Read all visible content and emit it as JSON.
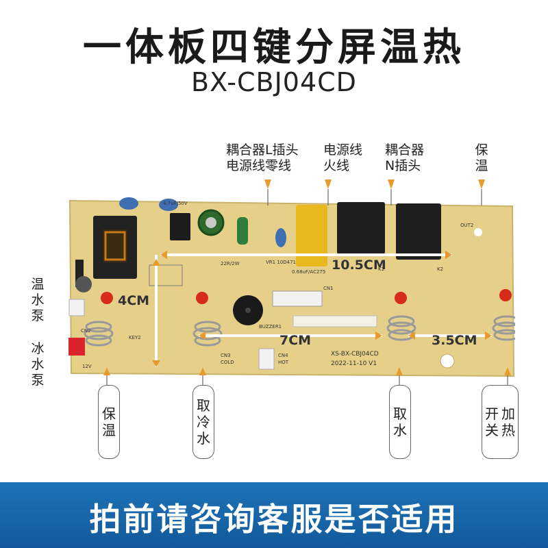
{
  "header": {
    "title": "一体板四键分屏温热",
    "model": "BX-CBJ04CD"
  },
  "top_labels": {
    "coupler_l": "耦合器L插头\n电源线零线",
    "power_live": "电源线\n火线",
    "coupler_n": "耦合器\nN插头",
    "keep_warm": "保\n温"
  },
  "side_labels": {
    "warm_pump": "温水泵",
    "ice_pump": "冰水泵"
  },
  "button_labels": {
    "keep_warm": "保温",
    "cold_water": "取冷水",
    "water": "取水",
    "heat_switch": [
      "开关",
      "加热"
    ]
  },
  "measurements": {
    "width": "10.5CM",
    "height": "4CM",
    "spacing_7": "7CM",
    "spacing_35": "3.5CM"
  },
  "board_marks": {
    "pcb_code": "XS-BX-CBJ04CD",
    "pcb_date": "2022-11-10 V1",
    "cap_label": "4.7uF/50V",
    "resistor_label": "22R/2W",
    "ac_label": "0.68uF/AC275",
    "vr_label": "VR1 10D471",
    "out2": "OUT2",
    "cn1": "CN1",
    "k1": "K1",
    "k2": "K2",
    "cn3": "CN3",
    "cn4": "CN4",
    "hot": "HOT",
    "cold": "COLD",
    "key2": "KEY2",
    "v12": "12V",
    "buzzer": "BUZZER1",
    "cn2": "CN2"
  },
  "footer": {
    "note": "拍前请咨询客服是否适用"
  },
  "colors": {
    "board": "#e6d089",
    "footer_blue": "#1e73b8",
    "arrow_orange": "#e89a2c",
    "led_red": "#d62a1a"
  }
}
